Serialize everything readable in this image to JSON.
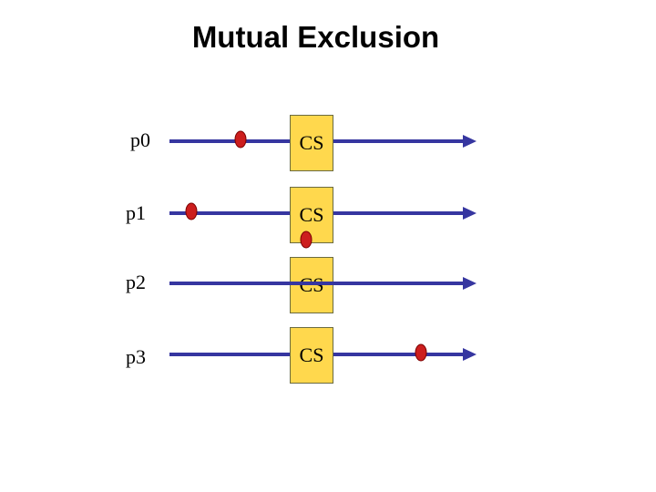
{
  "title": "Mutual Exclusion",
  "colors": {
    "line": "#3636a0",
    "cs_fill": "#ffd84d",
    "event_fill": "#cc1e1e",
    "event_stroke": "#7a0000"
  },
  "processes": [
    {
      "label": "p0",
      "cs_label": "CS"
    },
    {
      "label": "p1",
      "cs_label": "CS"
    },
    {
      "label": "p2",
      "cs_label": "CS"
    },
    {
      "label": "p3",
      "cs_label": "CS"
    }
  ]
}
